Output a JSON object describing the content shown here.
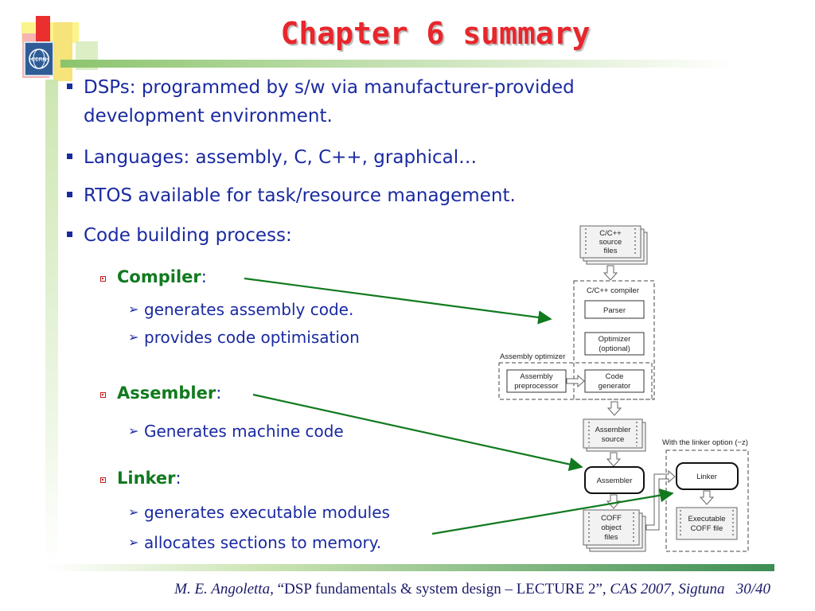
{
  "slide": {
    "title": "Chapter 6 summary",
    "bullets": [
      {
        "text": "DSPs: programmed by s/w via manufacturer-provided",
        "text2": "development environment."
      },
      {
        "text": "Languages: assembly, C, C++, graphical…"
      },
      {
        "text": "RTOS available for task/resource management."
      },
      {
        "text": "Code building process:"
      }
    ],
    "compiler": {
      "label": "Compiler",
      "colon": ":",
      "points": [
        "generates assembly code.",
        "provides code optimisation"
      ]
    },
    "assembler": {
      "label": "Assembler",
      "colon": ":",
      "points": [
        "Generates machine code"
      ]
    },
    "linker": {
      "label": "Linker",
      "colon": ":",
      "points": [
        "generates executable modules",
        "allocates sections to memory."
      ]
    },
    "diagram": {
      "source_files": [
        "C/C++",
        "source",
        "files"
      ],
      "compiler_group": "C/C++ compiler",
      "parser": "Parser",
      "optimizer": [
        "Optimizer",
        "(optional)"
      ],
      "assembly_optimizer": "Assembly optimizer",
      "assembly_preprocessor": [
        "Assembly",
        "preprocessor"
      ],
      "code_generator": [
        "Code",
        "generator"
      ],
      "assembler_source": [
        "Assembler",
        "source"
      ],
      "linker_option": "With the linker option (−z)",
      "assembler": "Assembler",
      "linker": "Linker",
      "coff_object": [
        "COFF",
        "object",
        "files"
      ],
      "executable": [
        "Executable",
        "COFF file"
      ]
    },
    "colors": {
      "title": "#e8262b",
      "body": "#1a2aa0",
      "keyword": "#117a1f",
      "arrow": "#117a1f"
    }
  },
  "footer": {
    "author": "M. E. Angoletta,",
    "lecture": "“DSP fundamentals & system design – LECTURE 2”,",
    "event": "CAS 2007, Sigtuna",
    "page": "30/40"
  },
  "icons": {
    "logo": "cern-logo",
    "bullet": "square-bullet",
    "sub_bullet": "hollow-square-bullet",
    "sub_sub_bullet": "arrow-bullet"
  }
}
